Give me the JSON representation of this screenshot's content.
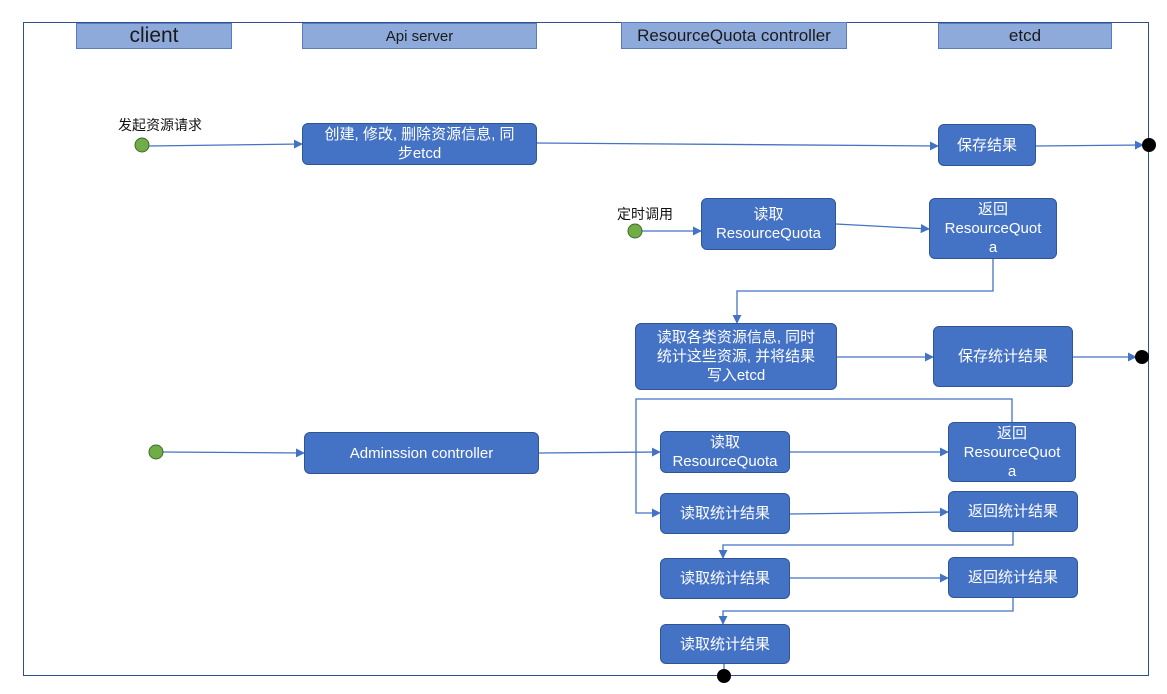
{
  "lanes": {
    "client": "client",
    "api_server": "Api server",
    "rq_controller": "ResourceQuota controller",
    "etcd": "etcd"
  },
  "labels": {
    "start_request": "发起资源请求",
    "timer_call": "定时调用"
  },
  "boxes": {
    "create_modify_delete": "创建, 修改, 删除资源信息, 同\n步etcd",
    "save_result": "保存结果",
    "read_rq_1": "读取\nResourceQuota",
    "return_rq_1": "返回\nResourceQuot\na",
    "read_all_resources": "读取各类资源信息, 同时\n统计这些资源, 并将结果\n写入etcd",
    "save_stats": "保存统计结果",
    "admission_controller": "Adminssion controller",
    "read_rq_2": "读取\nResourceQuota",
    "return_rq_2": "返回\nResourceQuot\na",
    "read_stats_1": "读取统计结果",
    "return_stats_1": "返回统计结果",
    "read_stats_2": "读取统计结果",
    "return_stats_2": "返回统计结果",
    "read_stats_3": "读取统计结果"
  },
  "colors": {
    "box_fill": "#4472c4",
    "lane_fill": "#8eaadb",
    "line": "#4472c4",
    "start_node": "#70ad47",
    "end_node": "#000000"
  }
}
